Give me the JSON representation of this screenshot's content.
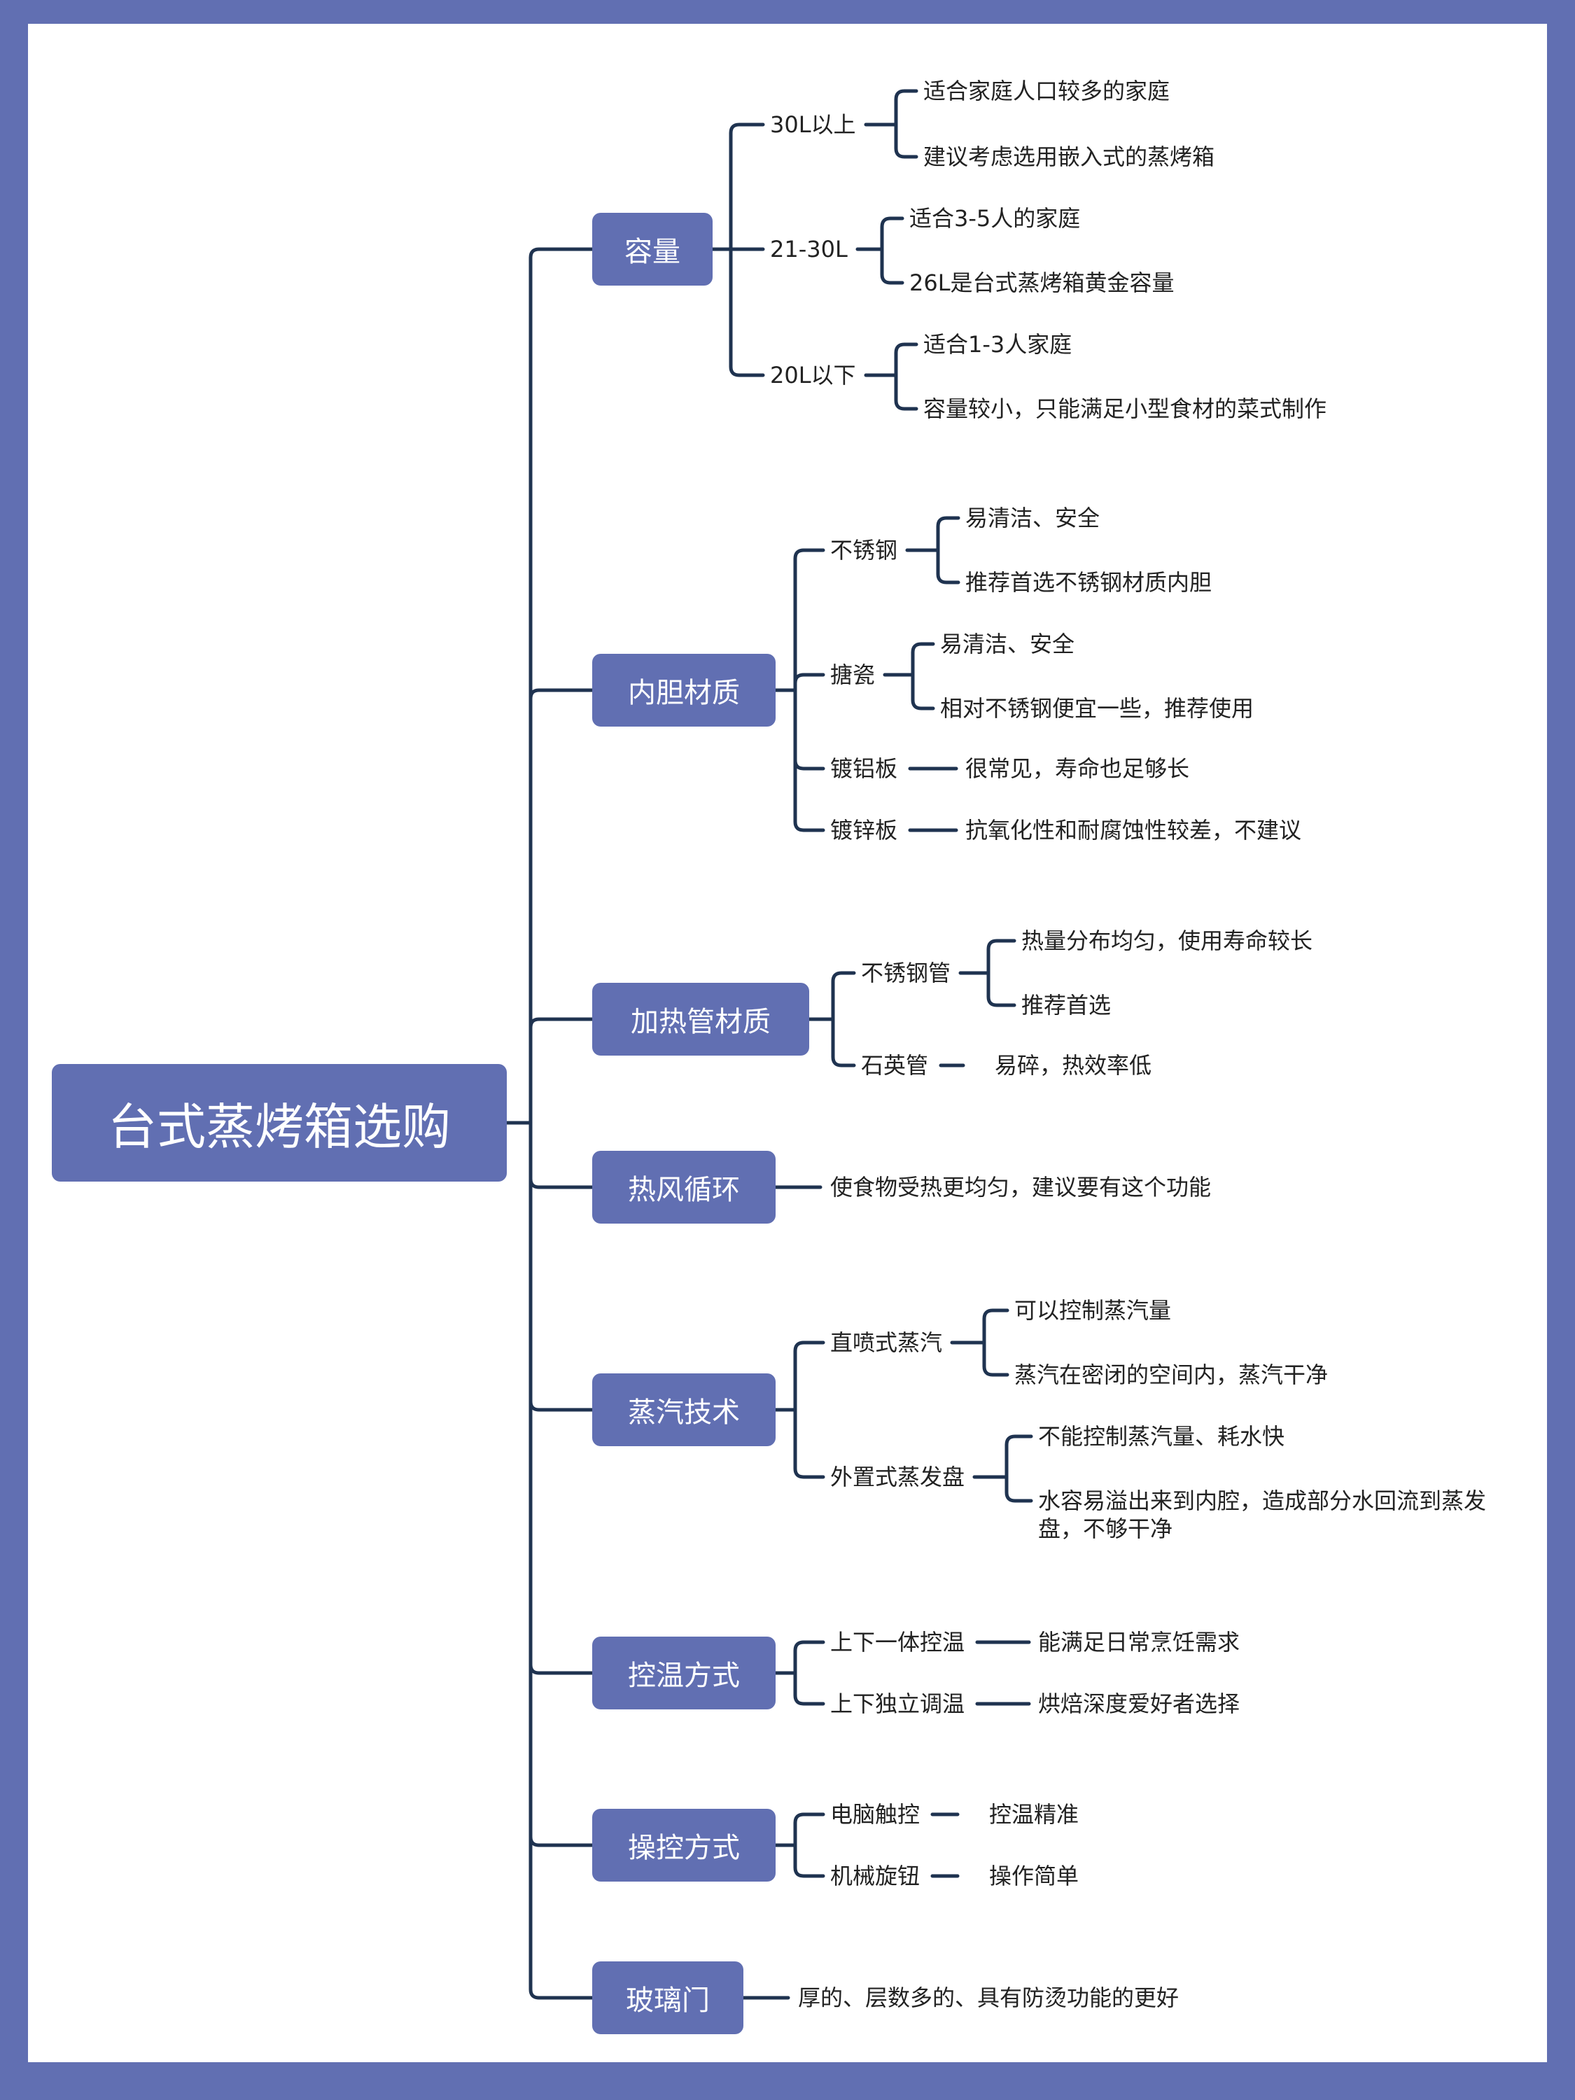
{
  "title": "台式蒸烤箱选购",
  "colors": {
    "frame": "#616fb2",
    "box": "#616fb2",
    "box_text": "#ffffff",
    "line": "#1f3350",
    "text": "#222222"
  },
  "categories": [
    {
      "label": "容量",
      "children": [
        {
          "label": "30L以上",
          "items": [
            "适合家庭人口较多的家庭",
            "建议考虑选用嵌入式的蒸烤箱"
          ]
        },
        {
          "label": "21-30L",
          "items": [
            "适合3-5人的家庭",
            "26L是台式蒸烤箱黄金容量"
          ]
        },
        {
          "label": "20L以下",
          "items": [
            "适合1-3人家庭",
            "容量较小，只能满足小型食材的菜式制作"
          ]
        }
      ]
    },
    {
      "label": "内胆材质",
      "children": [
        {
          "label": "不锈钢",
          "items": [
            "易清洁、安全",
            "推荐首选不锈钢材质内胆"
          ]
        },
        {
          "label": "搪瓷",
          "items": [
            "易清洁、安全",
            "相对不锈钢便宜一些，推荐使用"
          ]
        },
        {
          "label": "镀铝板",
          "items": [
            "很常见，寿命也足够长"
          ]
        },
        {
          "label": "镀锌板",
          "items": [
            "抗氧化性和耐腐蚀性较差，不建议"
          ]
        }
      ]
    },
    {
      "label": "加热管材质",
      "children": [
        {
          "label": "不锈钢管",
          "items": [
            "热量分布均匀，使用寿命较长",
            "推荐首选"
          ]
        },
        {
          "label": "石英管",
          "items": [
            "易碎，热效率低"
          ]
        }
      ]
    },
    {
      "label": "热风循环",
      "children": [
        {
          "label": "使食物受热更均匀，建议要有这个功能",
          "items": []
        }
      ]
    },
    {
      "label": "蒸汽技术",
      "children": [
        {
          "label": "直喷式蒸汽",
          "items": [
            "可以控制蒸汽量",
            "蒸汽在密闭的空间内，蒸汽干净"
          ]
        },
        {
          "label": "外置式蒸发盘",
          "items": [
            "不能控制蒸汽量、耗水快",
            [
              "水容易溢出来到内腔，造成部分水回流到蒸发",
              "盘，不够干净"
            ]
          ]
        }
      ]
    },
    {
      "label": "控温方式",
      "children": [
        {
          "label": "上下一体控温",
          "items": [
            "能满足日常烹饪需求"
          ]
        },
        {
          "label": "上下独立调温",
          "items": [
            "烘焙深度爱好者选择"
          ]
        }
      ]
    },
    {
      "label": "操控方式",
      "children": [
        {
          "label": "电脑触控",
          "items": [
            "控温精准"
          ]
        },
        {
          "label": "机械旋钮",
          "items": [
            "操作简单"
          ]
        }
      ]
    },
    {
      "label": "玻璃门",
      "children": [
        {
          "label": "厚的、层数多的、具有防烫功能的更好",
          "items": []
        }
      ]
    }
  ]
}
